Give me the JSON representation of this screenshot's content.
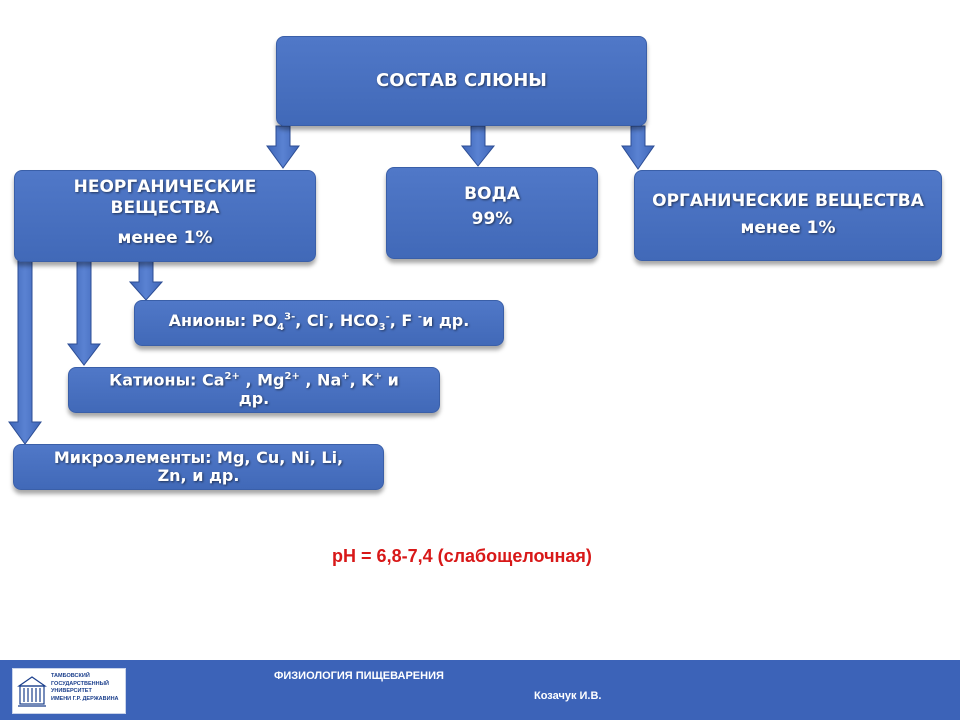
{
  "diagram": {
    "root": {
      "label": "СОСТАВ СЛЮНЫ"
    },
    "inorganic": {
      "line1": "НЕОРГАНИЧЕСКИЕ",
      "line2": "ВЕЩЕСТВА",
      "line3": "менее 1%"
    },
    "water": {
      "line1": "ВОДА",
      "line2": "99%"
    },
    "organic": {
      "line1": "ОРГАНИЧЕСКИЕ ВЕЩЕСТВА",
      "line2": "менее 1%"
    },
    "anions": {
      "prefix": "Анионы: PO",
      "po_sub": "4",
      "po_sup": "3-",
      "cl": ", Cl",
      "cl_sup": "-",
      "hco": ", HCO",
      "hco_sub": "3",
      "hco_sup": "-",
      "f": ", F ",
      "f_sup": "-",
      "suffix": "и др."
    },
    "cations": {
      "prefix": "Катионы: Ca",
      "ca_sup": "2+",
      "mg": " , Mg",
      "mg_sup": "2+",
      "na": " , Na",
      "na_sup": "+",
      "k": ", K",
      "k_sup": "+",
      "suffix": " и",
      "line2": "др."
    },
    "micro": {
      "line1": "Микроэлементы: Mg, Cu, Ni, Li,",
      "line2": "Zn, и др."
    }
  },
  "ph_note": "pH = 6,8-7,4 (слабощелочная)",
  "footer": {
    "title": "ФИЗИОЛОГИЯ  ПИЩЕВАРЕНИЯ",
    "author": "Козачук И.В.",
    "logo_text": "ТАМБОВСКИЙ\nГОСУДАРСТВЕННЫЙ\nУНИВЕРСИТЕТ\nИМЕНИ Г.Р. ДЕРЖАВИНА"
  },
  "colors": {
    "box_fill": "#4169b8",
    "footer_bg": "#3c63b8",
    "ph_text": "#d81818"
  }
}
